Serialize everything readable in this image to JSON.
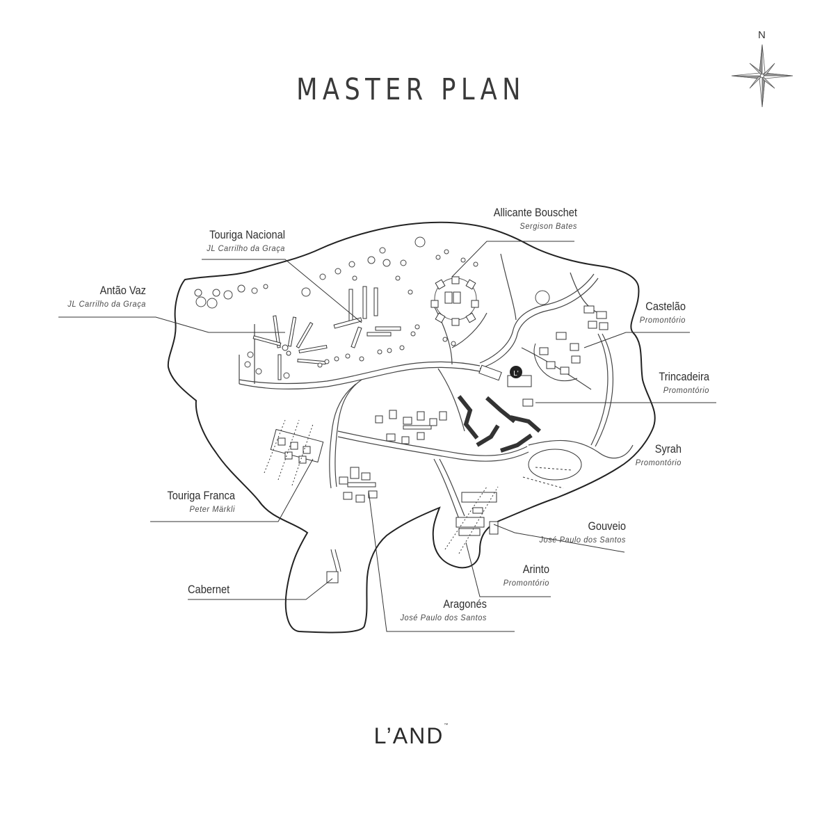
{
  "title": "MASTER PLAN",
  "compass": {
    "north_label": "N",
    "icon": "compass-rose-icon"
  },
  "labels": [
    {
      "id": "touriga-nacional",
      "name": "Touriga Nacional",
      "architect": "JL Carrilho da Graça"
    },
    {
      "id": "allicante-bouschet",
      "name": "Allicante Bouschet",
      "architect": "Sergison Bates"
    },
    {
      "id": "antao-vaz",
      "name": "Antão Vaz",
      "architect": "JL Carrilho da Graça"
    },
    {
      "id": "castelao",
      "name": "Castelão",
      "architect": "Promontório"
    },
    {
      "id": "trincadeira",
      "name": "Trincadeira",
      "architect": "Promontório"
    },
    {
      "id": "syrah",
      "name": "Syrah",
      "architect": "Promontório"
    },
    {
      "id": "touriga-franca",
      "name": "Touriga Franca",
      "architect": "Peter Märkli"
    },
    {
      "id": "gouveio",
      "name": "Gouveio",
      "architect": "José Paulo dos Santos"
    },
    {
      "id": "arinto",
      "name": "Arinto",
      "architect": "Promontório"
    },
    {
      "id": "cabernet",
      "name": "Cabernet",
      "architect": ""
    },
    {
      "id": "aragones",
      "name": "Aragonés",
      "architect": "José Paulo dos Santos"
    }
  ],
  "map": {
    "badge_text": "L'"
  },
  "logo": {
    "text": "L’AND",
    "trademark": "™"
  }
}
